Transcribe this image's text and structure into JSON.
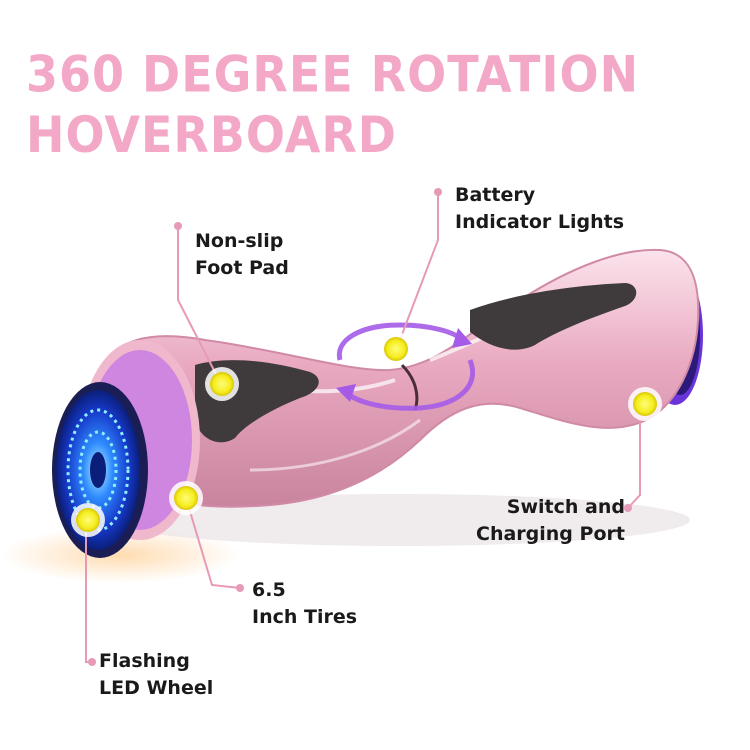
{
  "headline": {
    "line1": "360 DEGREE ROTATION",
    "line2": "HOVERBOARD",
    "color": "#f3a8c7"
  },
  "callouts": {
    "battery": {
      "line1": "Battery",
      "line2": "Indicator Lights"
    },
    "foot_pad": {
      "line1": "Non-slip",
      "line2": "Foot Pad"
    },
    "switch": {
      "line1": "Switch and",
      "line2": "Charging Port"
    },
    "tires": {
      "line1": "6.5",
      "line2": "Inch Tires"
    },
    "led": {
      "line1": "Flashing",
      "line2": "LED Wheel"
    }
  },
  "colors": {
    "body_pink": "#eab3c7",
    "marker": "#f5ee1e",
    "leader_line": "#e79ab8",
    "rotation_arrow": "#a55be8"
  }
}
